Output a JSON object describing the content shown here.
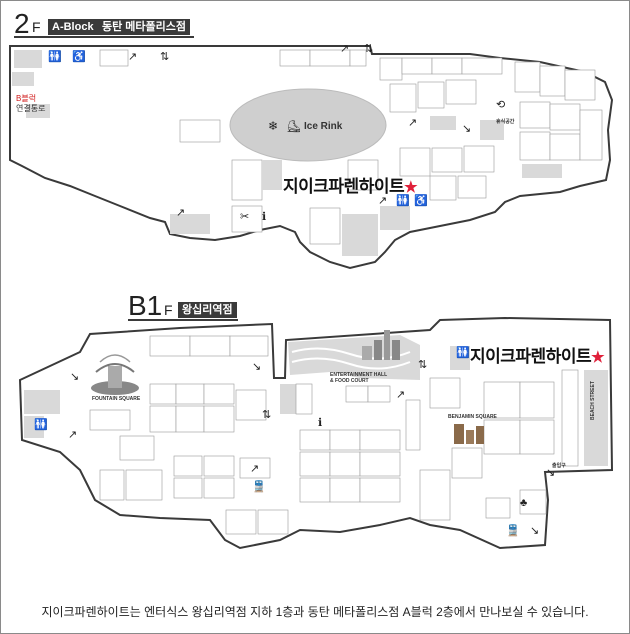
{
  "floor_2f": {
    "number": "2",
    "suffix": "F",
    "tag_block": "A-Block",
    "tag_name": "동탄 메타폴리스점",
    "rink_label": "Ice Rink",
    "connector_line1": "B블럭",
    "connector_line2": "연결통로",
    "store_name": "지이크파렌하이트",
    "star": "★",
    "side_label": "휴식공간"
  },
  "floor_b1f": {
    "number": "B1",
    "suffix": "F",
    "tag_name": "왕십리역점",
    "store_name": "지이크파렌하이트",
    "star": "★",
    "fountain_label": "FOUNTAIN SQUARE",
    "entertainment_label_1": "ENTERTAINMENT HALL",
    "entertainment_label_2": "& FOOD COURT",
    "benjamin_label": "BENJAMIN SQUARE",
    "beach_label": "BEACH STREET",
    "exit_label": "출입구"
  },
  "footer": {
    "text": "지이크파렌하이트는 엔터식스 왕십리역점 지하 1층과 동탄 메타폴리스점  A블럭 2층에서 만나보실 수 있습니다."
  },
  "colors": {
    "room_fill": "#d9d9d9",
    "outline": "#3a3a3a",
    "star": "#e0203a",
    "rink_fill": "#cfcfcf"
  },
  "icons": [
    "restroom-icon",
    "wheelchair-icon",
    "escalator-icon",
    "elevator-icon",
    "snowflake-icon",
    "skater-icon",
    "fountain-icon",
    "star-icon"
  ]
}
